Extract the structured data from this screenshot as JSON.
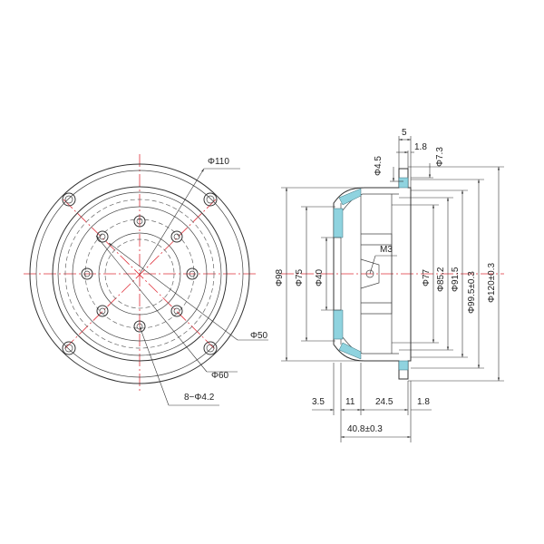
{
  "front_view": {
    "labels": {
      "d110": "Φ110",
      "d50": "Φ50",
      "d60": "Φ60",
      "holes": "8−Φ4.2"
    }
  },
  "side_view": {
    "dims_top": {
      "w5": "5",
      "w18": "1.8",
      "d45": "Φ4.5",
      "d73": "Φ7.3"
    },
    "dims_left": {
      "d98": "Φ98",
      "d75": "Φ75",
      "d40": "Φ40"
    },
    "dims_right": {
      "d77": "Φ77",
      "d852": "Φ85.2",
      "d915": "Φ91.5",
      "d995": "Φ99.5±0.3",
      "d120": "Φ120±0.3"
    },
    "dims_bottom": {
      "w35": "3.5",
      "w11": "11",
      "w245": "24.5",
      "w18b": "1.8",
      "total": "40.8±0.3"
    },
    "thread": "M3"
  }
}
